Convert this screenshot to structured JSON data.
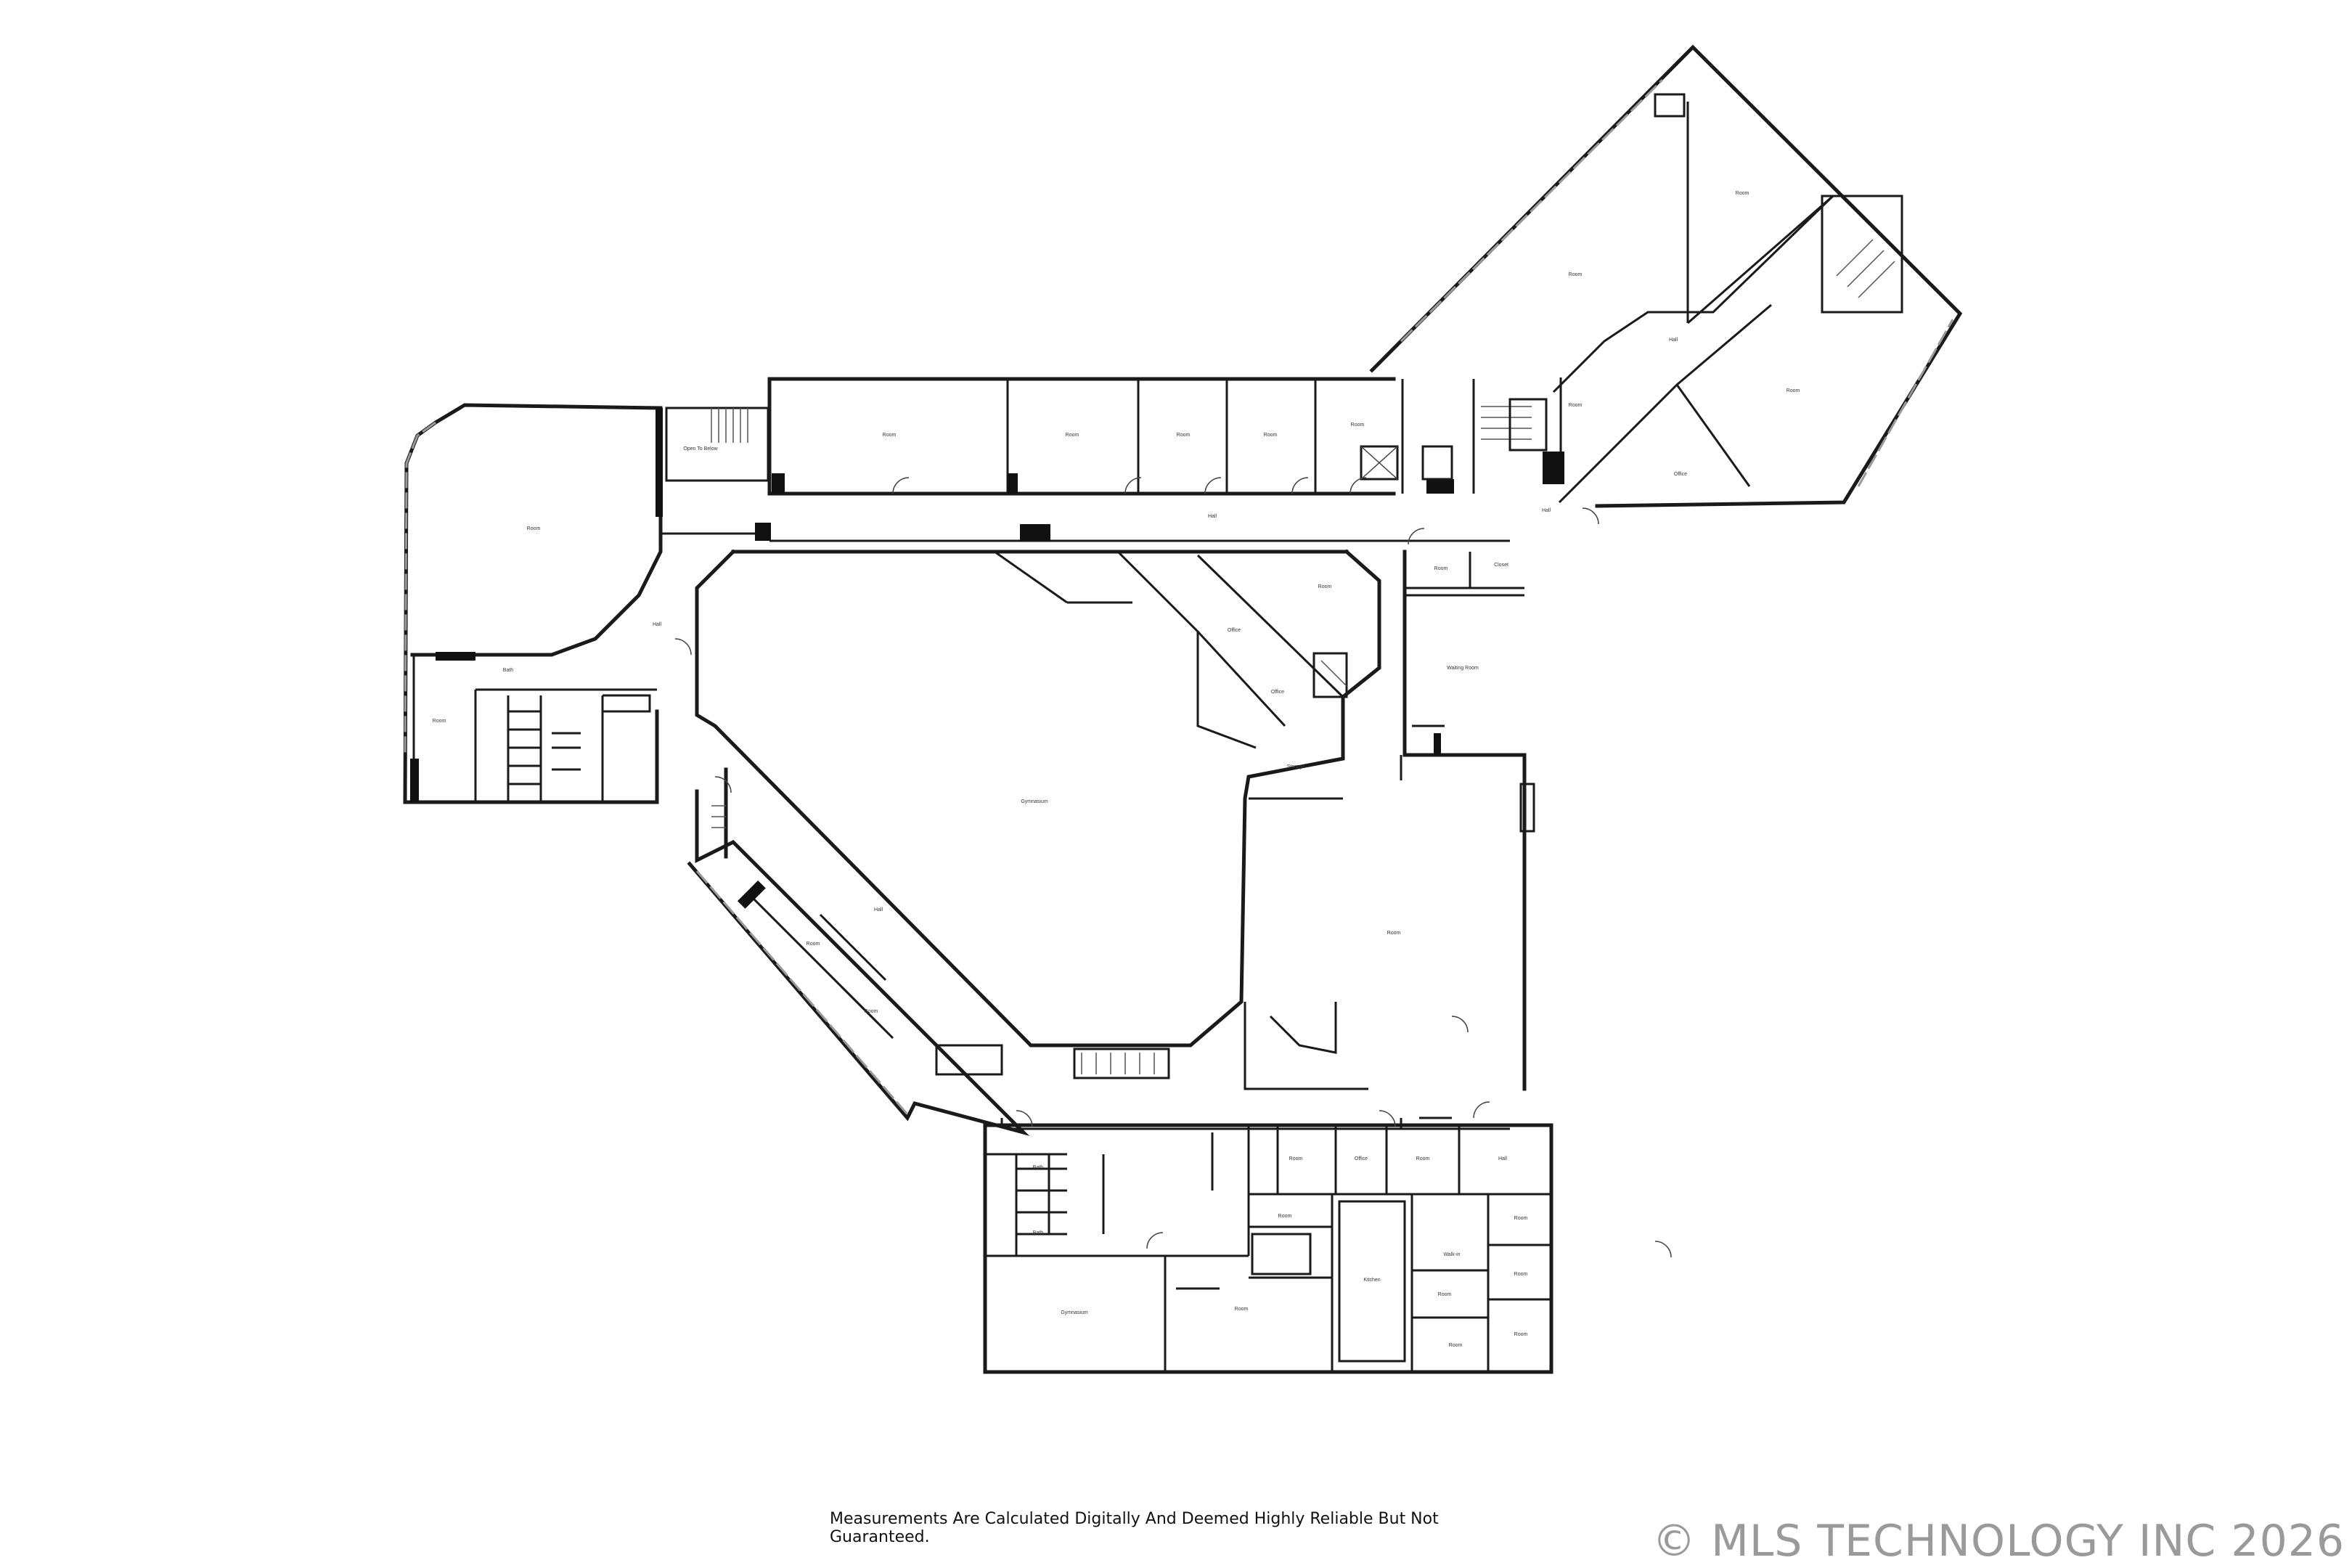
{
  "disclaimer": "Measurements Are Calculated Digitally And Deemed Highly Reliable But Not Guaranteed.",
  "copyright": "© MLS TECHNOLOGY INC 2026",
  "rooms": {
    "room": "Room",
    "bath": "Bath",
    "office": "Office",
    "hall": "Hall",
    "storage": "Storage",
    "kitchen": "Kitchen",
    "walkin": "Walk-in",
    "closet": "Closet",
    "waiting_room": "Waiting Room",
    "open_to_below": "Open To Below",
    "gymnasium": "Gymnasium"
  }
}
